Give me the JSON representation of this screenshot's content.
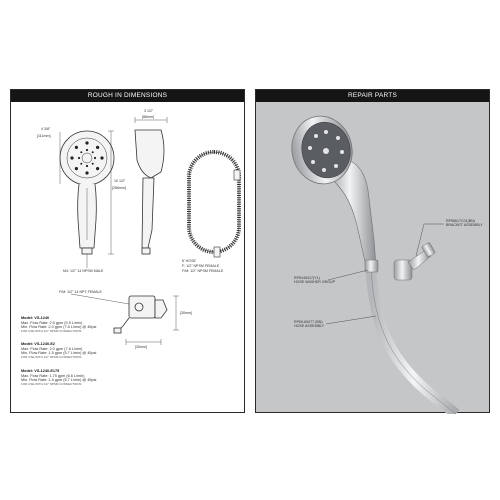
{
  "left_panel": {
    "title": "ROUGH IN DIMENSIONS",
    "dims": {
      "head_dia_frac": "4 3/8\"",
      "head_dia_mm": "[111mm]",
      "depth_frac": "3 1/2\"",
      "depth_mm": "[88mm]",
      "length_frac": "10 1/2\"",
      "length_mm": "[266mm]",
      "hose_len": "6' HOSE",
      "mount_width": "[30mm]",
      "mount_height": "[30mm]",
      "nps_note": "M4: 1/2\" 14 NPSM MALE"
    },
    "hose_notes": [
      "F: 1/2\" NPSM FEMALE",
      "F/M: 1/2\" NPSM FEMALE"
    ],
    "inlet_note": "F/M: 1/2\" 14 NPT FEMALE",
    "specs": [
      {
        "model": "Model: VS-1240",
        "max": "Max. Flow Rate: 2.5 gpm (9.5 L/min)",
        "min": "Min. Flow Rate: 2.0 gpm (7.6 L/min) @ 45psi",
        "note": "FOR USE WITH 1/2\" NPSM CONNECTIONS"
      },
      {
        "model": "Model: VS-1240-E2",
        "max": "Max. Flow Rate: 2.0 gpm (7.6 L/min)",
        "min": "Min. Flow Rate: 1.5 gpm (5.7 L/min) @ 45psi",
        "note": "FOR USE WITH 1/2\" NPSM CONNECTIONS"
      },
      {
        "model": "Model: VS-1240-E175",
        "max": "Max. Flow Rate: 1.75 gpm (6.6 L/min)",
        "min": "Min. Flow Rate: 1.5 gpm (5.7 L/min) @ 45psi",
        "note": "FOR USE WITH 1/2\" NPSM CONNECTIONS"
      }
    ]
  },
  "right_panel": {
    "title": "REPAIR PARTS",
    "parts": [
      {
        "number": "RP55617C01(BN)",
        "name": "BRACKET ASSEMBLY"
      },
      {
        "number": "RP5145417(Y1)",
        "name": "HOSE WASHER GROUP"
      },
      {
        "number": "RP60-60077 (BN)",
        "name": "HOSE ASSEMBLY"
      }
    ]
  },
  "colors": {
    "header_bg": "#151515",
    "right_panel_bg": "#c4c6c8",
    "chrome": "#cfd1d3"
  }
}
